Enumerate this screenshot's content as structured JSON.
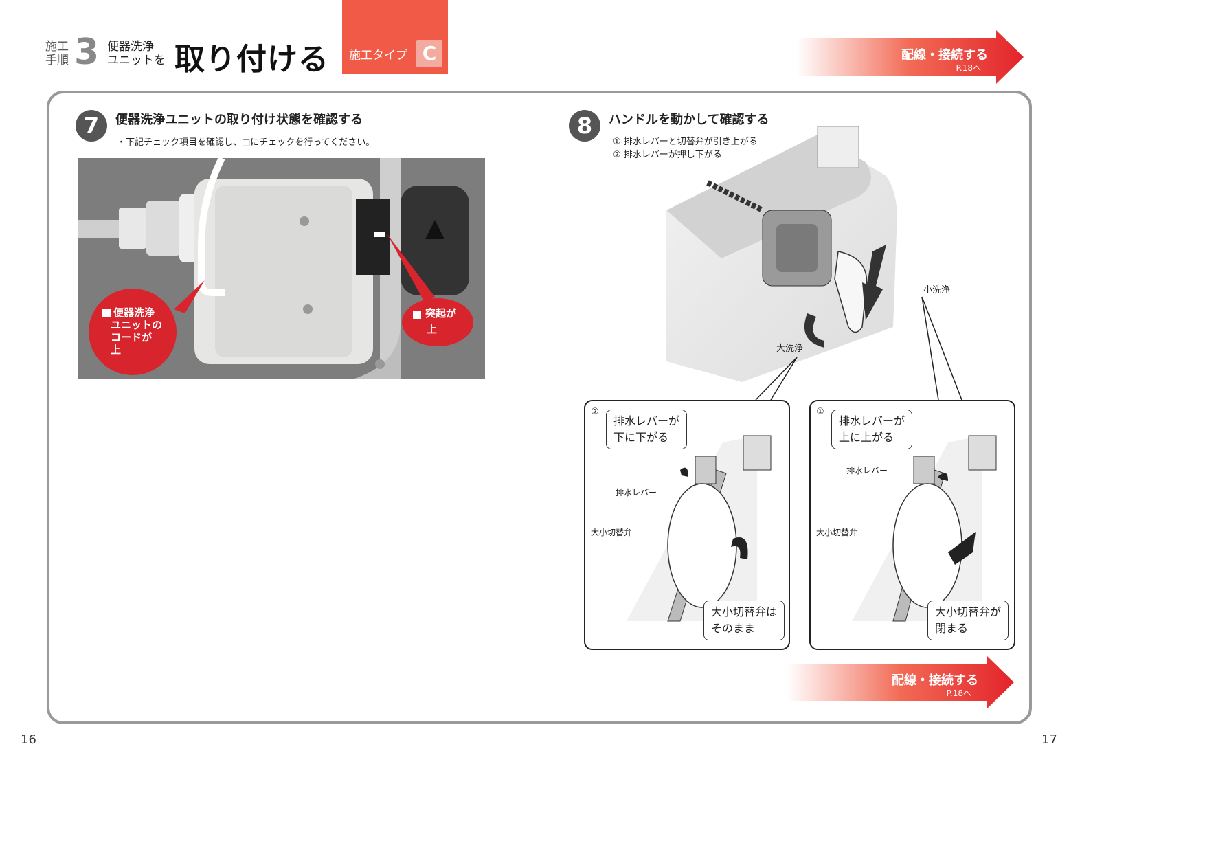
{
  "header": {
    "step_label_line1": "施工",
    "step_label_line2": "手順",
    "step_number": "3",
    "subject_line1": "便器洗浄",
    "subject_line2": "ユニットを",
    "title": "取り付ける",
    "type_label": "施工タイプ",
    "type_letter": "C"
  },
  "nav_top": {
    "label": "配線・接続する",
    "page": "P.18へ"
  },
  "nav_bottom": {
    "label": "配線・接続する",
    "page": "P.18へ"
  },
  "step7": {
    "number": "7",
    "title": "便器洗浄ユニットの取り付け状態を確認する",
    "note": "・下記チェック項目を確認し、□にチェックを行ってください。",
    "callout_left": {
      "line1": "便器洗浄",
      "line2": "ユニットの",
      "line3": "コードが",
      "line4": "上"
    },
    "callout_right": {
      "line1": "突起が",
      "line2": "上"
    }
  },
  "step8": {
    "number": "8",
    "title": "ハンドルを動かして確認する",
    "note1": "① 排水レバーと切替弁が引き上がる",
    "note2": "② 排水レバーが押し下がる",
    "label_small_flush": "小洗浄",
    "label_large_flush": "大洗浄",
    "detail_left": {
      "marker": "②",
      "bubble_top_line1": "排水レバーが",
      "bubble_top_line2": "下に下がる",
      "label_lever": "排水レバー",
      "label_valve": "大小切替弁",
      "bubble_bottom_line1": "大小切替弁は",
      "bubble_bottom_line2": "そのまま"
    },
    "detail_right": {
      "marker": "①",
      "bubble_top_line1": "排水レバーが",
      "bubble_top_line2": "上に上がる",
      "label_lever": "排水レバー",
      "label_valve": "大小切替弁",
      "bubble_bottom_line1": "大小切替弁が",
      "bubble_bottom_line2": "閉まる"
    }
  },
  "page_numbers": {
    "left": "16",
    "right": "17"
  },
  "colors": {
    "accent": "#f05a47",
    "callout": "#d8242d",
    "frame": "#9a9a9a"
  }
}
